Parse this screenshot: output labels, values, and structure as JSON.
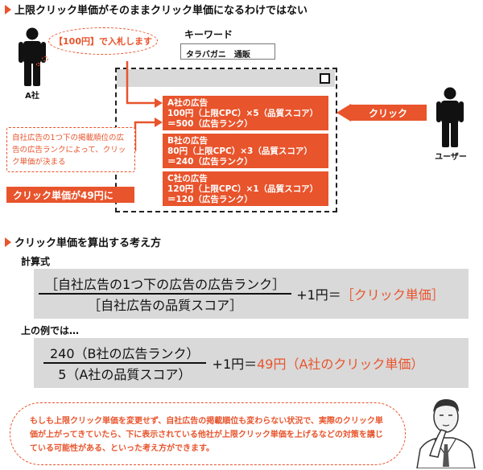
{
  "section1": {
    "title": "上限クリック単価がそのままクリック単価になるわけではない"
  },
  "advertiser": {
    "label": "A社"
  },
  "bid_bubble": {
    "text": "【100円】で入札します"
  },
  "keyword": {
    "label": "キーワード",
    "value": "タラバガニ　通販"
  },
  "ads": [
    {
      "name": "A社の広告",
      "line1": "100円（上限CPC）×5（品質スコア）",
      "line2": "＝500（広告ランク）"
    },
    {
      "name": "B社の広告",
      "line1": "80円（上限CPC）×3（品質スコア）",
      "line2": "＝240（広告ランク）"
    },
    {
      "name": "C社の広告",
      "line1": "120円（上限CPC）×1（品質スコア）",
      "line2": "＝120（広告ランク）"
    }
  ],
  "click_tag": {
    "text": "クリック"
  },
  "user": {
    "label": "ユーザー"
  },
  "note": {
    "text": "自社広告の1つ下の掲載順位の広告の広告ランクによって、クリック単価が決まる"
  },
  "result_tag": {
    "text": "クリック単価が49円に"
  },
  "section2": {
    "title": "クリック単価を算出する考え方"
  },
  "formula_label": "計算式",
  "formula1": {
    "numerator": "［自社広告の1つ下の広告の広告ランク］",
    "denominator": "［自社広告の品質スコア］",
    "plus": "+1円＝",
    "result": "［クリック単価］"
  },
  "example_label": "上の例では…",
  "formula2": {
    "numerator": "240（B社の広告ランク）",
    "denominator": "5（A社の品質スコア）",
    "plus": "+1円＝",
    "result": "49円（A社のクリック単価）"
  },
  "bottom_note": {
    "text": "もしも上限クリック単価を変更せず、自社広告の掲載順位も変わらない状況で、実際のクリック単価が上がってきていたら、下に表示されている他社が上限クリック単価を上げるなどの対策を講じている可能性がある、といった考え方ができます。"
  },
  "colors": {
    "accent": "#e8542c",
    "formula_bg": "#d9d9d9"
  }
}
